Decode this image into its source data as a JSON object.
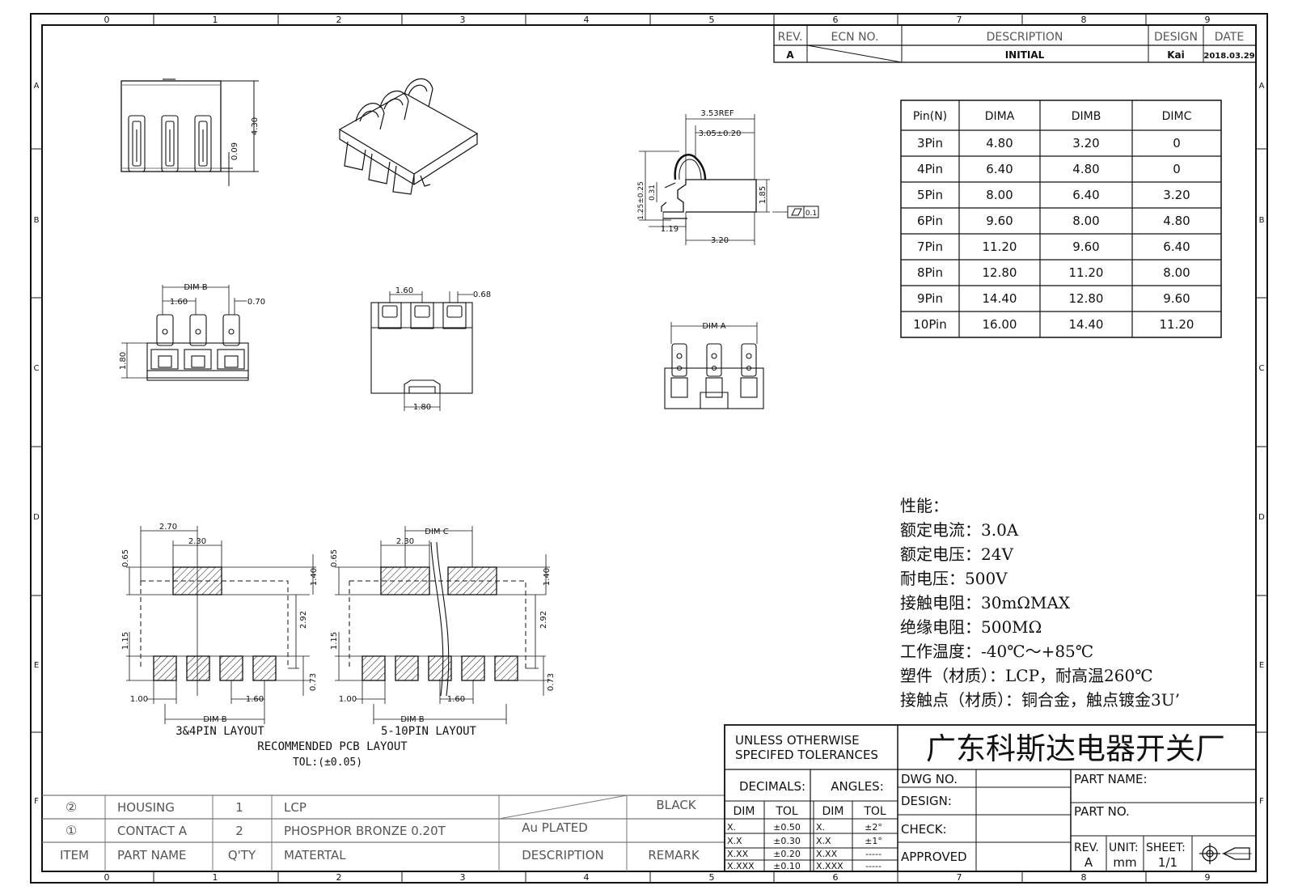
{
  "zones": {
    "cols": [
      "0",
      "1",
      "2",
      "3",
      "4",
      "5",
      "6",
      "7",
      "8",
      "9"
    ],
    "rows": [
      "A",
      "B",
      "C",
      "D",
      "E",
      "F"
    ]
  },
  "revision_block": {
    "headers": {
      "rev": "REV.",
      "ecn": "ECN NO.",
      "description": "DESCRIPTION",
      "design": "DESIGN",
      "date": "DATE"
    },
    "row": {
      "rev": "A",
      "ecn": "",
      "description": "INITIAL",
      "design": "Kai",
      "date": "2018.03.29"
    }
  },
  "pin_table": {
    "headers": [
      "Pin(N)",
      "DIMA",
      "DIMB",
      "DIMC"
    ],
    "rows": [
      [
        "3Pin",
        "4.80",
        "3.20",
        "0"
      ],
      [
        "4Pin",
        "6.40",
        "4.80",
        "0"
      ],
      [
        "5Pin",
        "8.00",
        "6.40",
        "3.20"
      ],
      [
        "6Pin",
        "9.60",
        "8.00",
        "4.80"
      ],
      [
        "7Pin",
        "11.20",
        "9.60",
        "6.40"
      ],
      [
        "8Pin",
        "12.80",
        "11.20",
        "8.00"
      ],
      [
        "9Pin",
        "14.40",
        "12.80",
        "9.60"
      ],
      [
        "10Pin",
        "16.00",
        "14.40",
        "11.20"
      ]
    ]
  },
  "specs": [
    "性能：",
    "额定电流：3.0A",
    "额定电压：24V",
    "耐电压：500V",
    "接触电阻：30mΩMAX",
    "绝缘电阻：500MΩ",
    "工作温度：-40℃～+85℃",
    "塑件（材质）：LCP，耐高温260℃",
    "接触点（材质）：铜合金，触点镀金3U’"
  ],
  "views": {
    "top_dims": {
      "height": "4.30",
      "small": "0.09"
    },
    "side_dims": {
      "ref": "3.53REF",
      "width": "3.05±0.20",
      "h1": "1.25±0.25",
      "h2": "0.31",
      "h3": "1.85",
      "flat": "0.1",
      "w1": "1.19",
      "w2": "3.20"
    },
    "front_left_dims": {
      "dimb": "DIM B",
      "pitch": "1.60",
      "pin": "0.70",
      "height": "1.80"
    },
    "front_mid_dims": {
      "pitch": "1.60",
      "pin": "0.68",
      "slot": "1.80"
    },
    "front_right_dims": {
      "dima": "DIM A"
    }
  },
  "pcb": {
    "left": {
      "d270": "2.70",
      "d230": "2.30",
      "d065": "0.65",
      "d140": "1.40",
      "d292": "2.92",
      "d115": "1.15",
      "d073": "0.73",
      "d100": "1.00",
      "d160": "1.60",
      "dimb": "DIM B",
      "caption": "3&4PIN LAYOUT"
    },
    "right": {
      "dimc": "DIM C",
      "d230": "2.30",
      "d065": "0.65",
      "d140": "1.40",
      "d292": "2.92",
      "d115": "1.15",
      "d073": "0.73",
      "d100": "1.00",
      "d160": "1.60",
      "dimb": "DIM B",
      "caption": "5-10PIN LAYOUT"
    },
    "title": "RECOMMENDED PCB LAYOUT",
    "tol": "TOL:(±0.05)"
  },
  "bom": {
    "rows": [
      {
        "item": "②",
        "name": "HOUSING",
        "qty": "1",
        "material": "LCP",
        "desc": "",
        "remark": "BLACK"
      },
      {
        "item": "①",
        "name": "CONTACT A",
        "qty": "2",
        "material": "PHOSPHOR BRONZE 0.20T",
        "desc": "Au PLATED",
        "remark": ""
      }
    ],
    "headers": {
      "item": "ITEM",
      "name": "PART NAME",
      "qty": "Q'TY",
      "material": "MATERTAL",
      "desc": "DESCRIPTION",
      "remark": "REMARK"
    }
  },
  "title_block": {
    "tolerance_note": [
      "UNLESS OTHERWISE",
      "SPECIFED TOLERANCES"
    ],
    "company": "广东科斯达电器开关厂",
    "decimals": "DECIMALS:",
    "angles": "ANGLES:",
    "dim": "DIM",
    "tol": "TOL",
    "dec_rows": [
      [
        "X.",
        "±0.50"
      ],
      [
        "X.X",
        "±0.30"
      ],
      [
        "X.XX",
        "±0.20"
      ],
      [
        "X.XXX",
        "±0.10"
      ]
    ],
    "ang_rows": [
      [
        "X.",
        "±2°"
      ],
      [
        "X.X",
        "±1°"
      ],
      [
        "X.XX",
        "-----"
      ],
      [
        "X.XXX",
        "-----"
      ]
    ],
    "fields": {
      "dwg": "DWG NO.",
      "design": "DESIGN:",
      "check": "CHECK:",
      "approved": "APPROVED",
      "part_name": "PART NAME:",
      "part_no": "PART NO."
    },
    "rev_label": "REV.",
    "rev_value": "A",
    "unit_label": "UNIT:",
    "unit_value": "mm",
    "sheet_label": "SHEET:",
    "sheet_value": "1/1"
  }
}
